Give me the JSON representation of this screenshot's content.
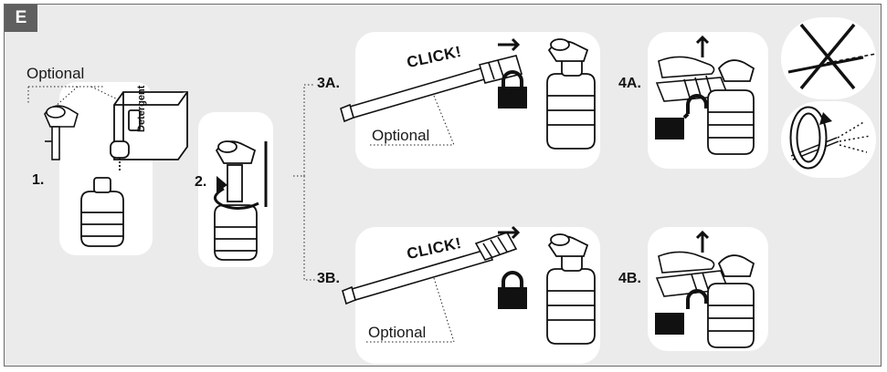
{
  "section": {
    "letter": "E"
  },
  "labels": {
    "optional_top": "Optional",
    "optional_3a": "Optional",
    "optional_3b": "Optional",
    "detergent": "Detergent",
    "click_3a": "CLICK!",
    "click_3b": "CLICK!"
  },
  "steps": {
    "step_1": "1.",
    "step_2": "2.",
    "step_3a": "3A.",
    "step_3b": "3B.",
    "step_4a": "4A.",
    "step_4b": "4B."
  },
  "icons": [
    "lock-closed-icon",
    "lock-open-icon",
    "arrow-right-icon",
    "arrow-up-icon",
    "rotate-arrow-icon",
    "cross-out-icon",
    "spray-icon"
  ],
  "colors": {
    "background": "#ebebeb",
    "panel": "#ffffff",
    "badge": "#5f5f5f",
    "ink": "#1a1a1a"
  }
}
